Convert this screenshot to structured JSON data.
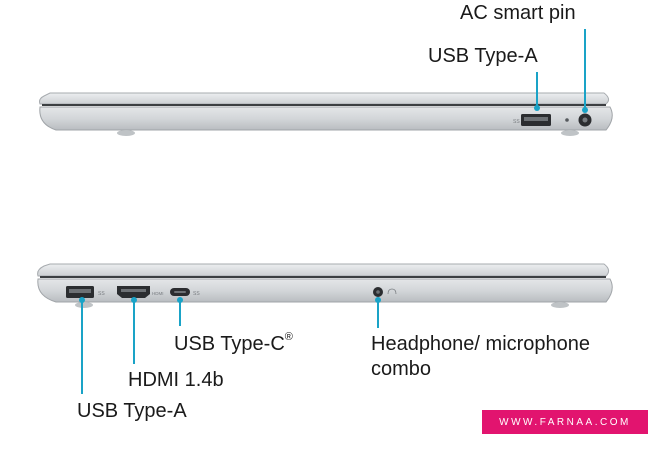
{
  "right_side": {
    "labels": {
      "ac_pin": "AC smart pin",
      "usb_a": "USB Type-A"
    }
  },
  "left_side": {
    "labels": {
      "usb_c": "USB Type-C",
      "usb_c_mark": "®",
      "headphone": "Headphone/ microphone combo",
      "hdmi": "HDMI 1.4b",
      "usb_a": "USB Type-A"
    }
  },
  "watermark": "WWW.FARNAA.COM",
  "colors": {
    "callout": "#1aa3c7",
    "laptop_body": "#d6d8db",
    "laptop_edge": "#9ea2a6",
    "watermark_bg": "#e2146f"
  }
}
